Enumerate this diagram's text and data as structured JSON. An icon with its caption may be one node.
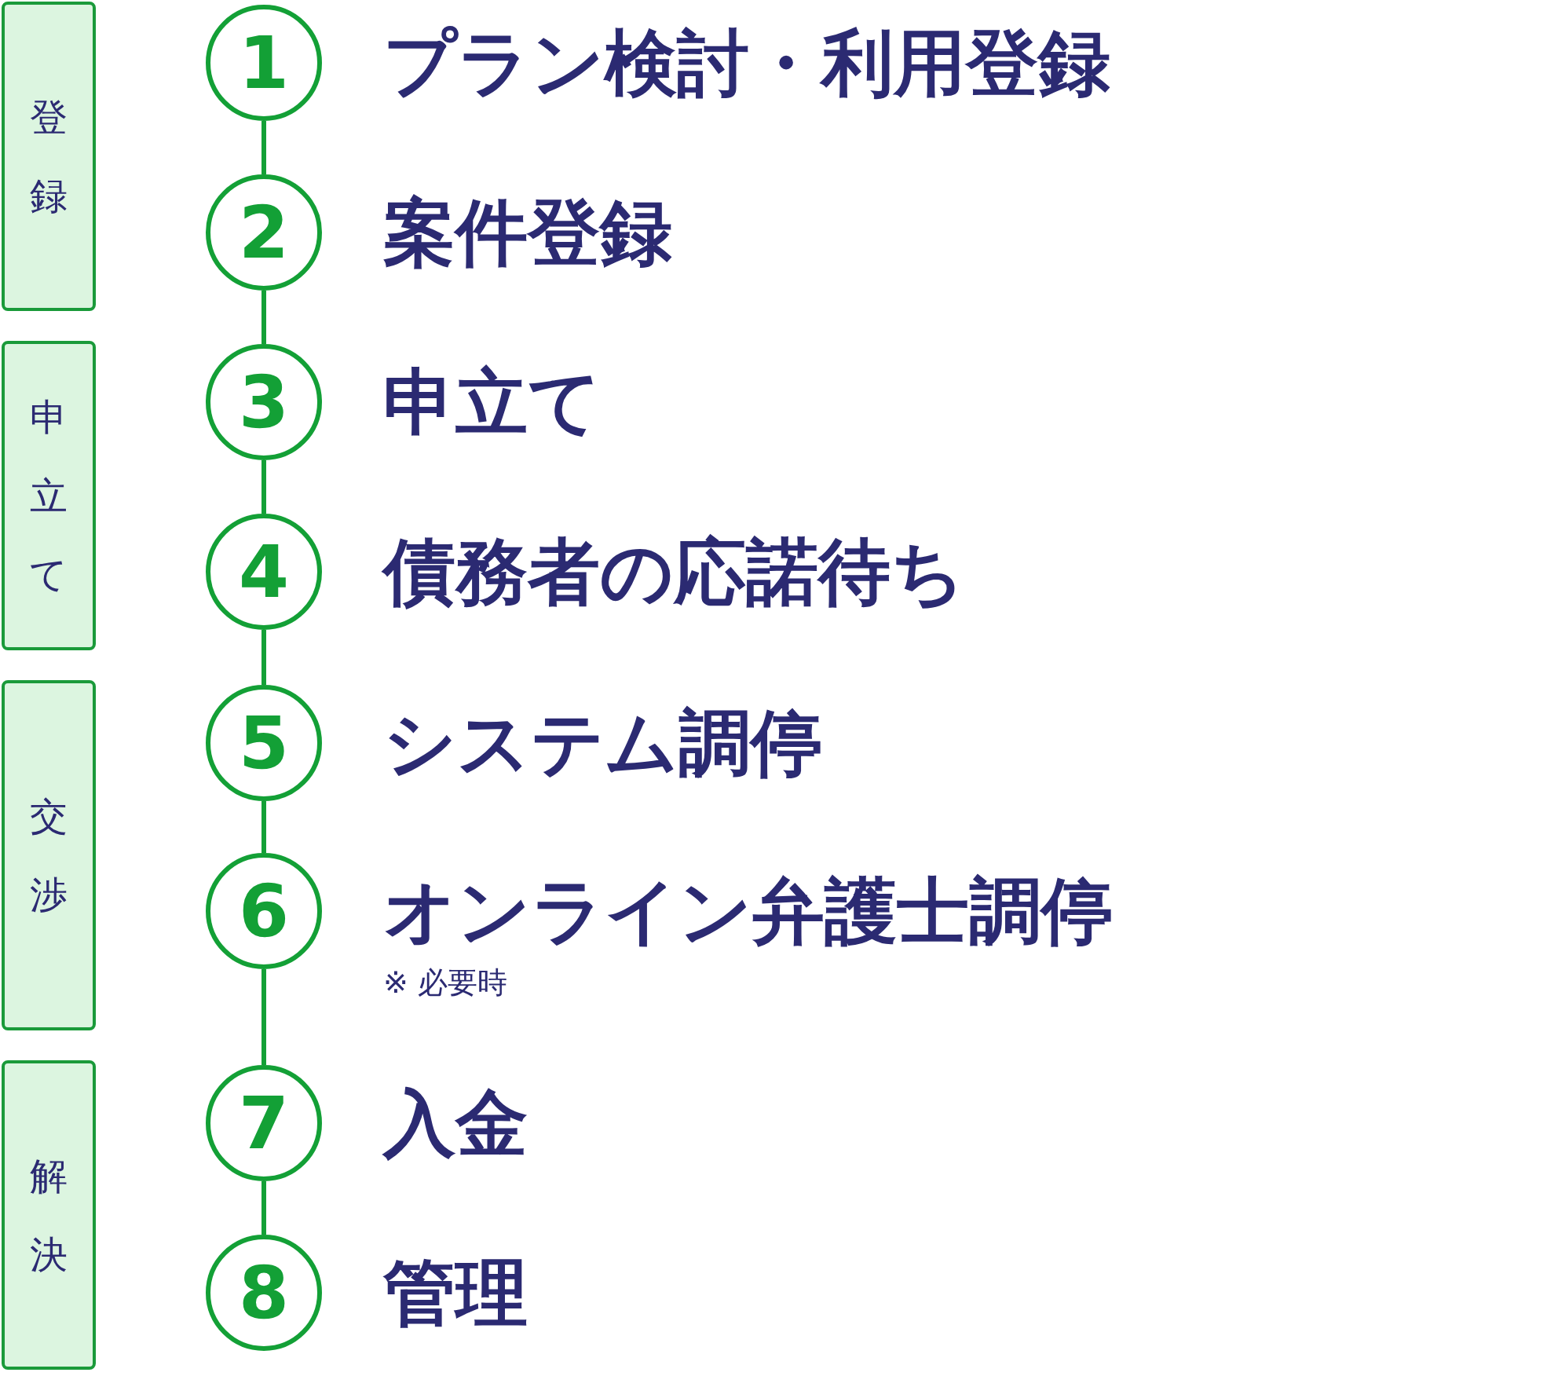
{
  "diagram": {
    "nodes": [
      {
        "text": [
          "登録"
        ]
      },
      {
        "text": [
          "申立て"
        ]
      },
      {
        "text": [
          "交渉"
        ]
      },
      {
        "text": [
          "解決"
        ]
      },
      {
        "text": [
          "1",
          "プラン検討・利用登録"
        ]
      },
      {
        "text": [
          "2",
          "案件登録"
        ]
      },
      {
        "text": [
          "3",
          "申立て"
        ]
      },
      {
        "text": [
          "4",
          "債務者の応諾待ち"
        ]
      },
      {
        "text": [
          "5",
          "システム調停"
        ]
      },
      {
        "text": [
          "6",
          "オンライン弁護士調停"
        ],
        "beside": [
          "※ 必要時"
        ]
      },
      {
        "text": [
          "7",
          "入金"
        ]
      },
      {
        "text": [
          "8",
          "管理"
        ]
      }
    ],
    "edges": [
      {
        "from": 4,
        "to": 5,
        "arrow": "none"
      },
      {
        "from": 5,
        "to": 6,
        "arrow": "none"
      },
      {
        "from": 6,
        "to": 7,
        "arrow": "none"
      },
      {
        "from": 7,
        "to": 8,
        "arrow": "none"
      },
      {
        "from": 8,
        "to": 9,
        "arrow": "none"
      },
      {
        "from": 9,
        "to": 10,
        "arrow": "none"
      },
      {
        "from": 10,
        "to": 11,
        "arrow": "none"
      }
    ]
  }
}
